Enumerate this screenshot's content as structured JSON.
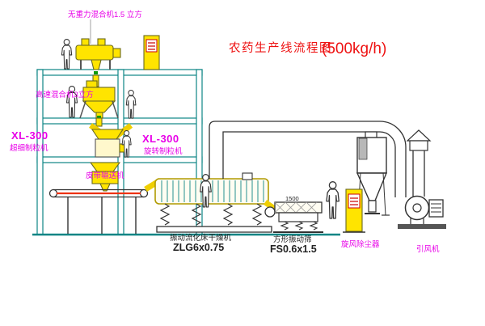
{
  "diagram": {
    "title": "农药生产线流程图",
    "title_capacity": "(500kg/h)",
    "title_color": "#ee1111",
    "label_color": "#e800e8",
    "structure_color": "#0d8585",
    "equipment_color": "#ffe400",
    "belt_color": "#ee3311"
  },
  "equipment_labels": {
    "gravity_mixer": "无重力混合机1.5 立方",
    "high_speed_mixer": "高速混合机3立方",
    "granulator_left_model": "XL-300",
    "granulator_left_name": "超细制粒机",
    "granulator_mid_model": "XL-300",
    "granulator_mid_name": "旋转制粒机",
    "belt_conveyor": "皮带输送机",
    "fluid_bed_dryer": "振动流化床干燥机",
    "fluid_bed_dryer_model": "ZLG6x0.75",
    "vibrating_screen": "方形振动筛",
    "vibrating_screen_model": "FS0.6x1.5",
    "cyclone": "旋风除尘器",
    "induced_draft_fan": "引风机",
    "screen_dimension": "1500"
  }
}
